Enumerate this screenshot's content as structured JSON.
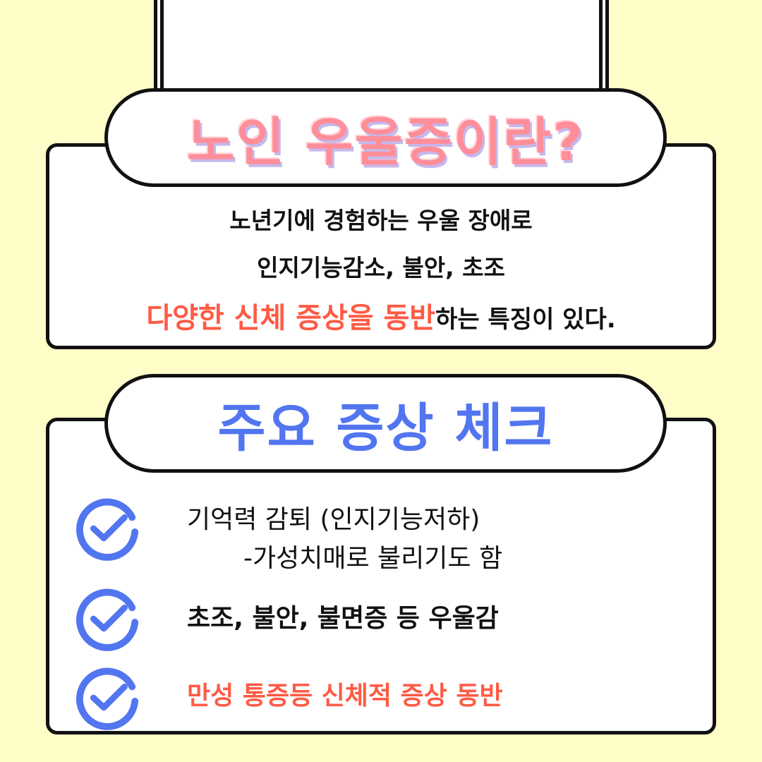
{
  "section_intro": {
    "heading": "노인 우울증이란?",
    "line1": "노년기에 경험하는 우울 장애로",
    "line2": "인지기능감소, 불안, 초조",
    "line3_accent": "다양한  신체 증상을 동반",
    "line3_rest": "하는 특징이 있다."
  },
  "section_symptoms": {
    "heading": "주요 증상 체크",
    "items": [
      {
        "icon": "checkmark-circle-icon",
        "line1": "기억력 감퇴 (인지기능저하)",
        "line2": "-가성치매로 불리기도 함"
      },
      {
        "icon": "checkmark-circle-icon",
        "line1": "초조, 불안, 불면증 등 우울감"
      },
      {
        "icon": "checkmark-circle-icon",
        "line1": "만성 통증등 신체적 증상 동반"
      }
    ]
  },
  "colors": {
    "background": "#fffdc8",
    "heading_pink": "#ff8e99",
    "heading_blue": "#5275f0",
    "accent_red": "#ff5a44",
    "check_blue": "#5275f0"
  }
}
